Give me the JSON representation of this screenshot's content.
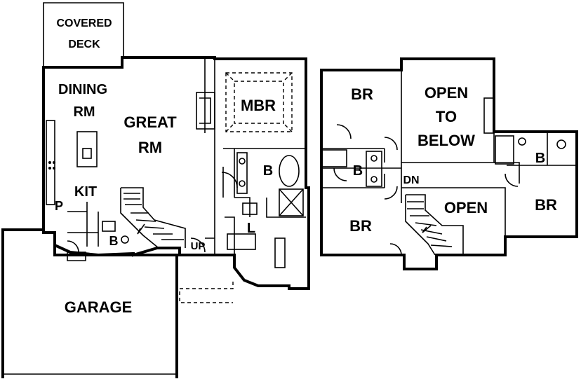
{
  "main_floor": {
    "covered_deck": [
      "COVERED",
      "DECK"
    ],
    "dining": [
      "DINING",
      "RM"
    ],
    "great": [
      "GREAT",
      "RM"
    ],
    "mbr": "MBR",
    "master_bath": "B",
    "kitchen": "KIT",
    "pantry": "P",
    "half_bath": "B",
    "laundry": "L",
    "stair_up": "UP",
    "garage": "GARAGE"
  },
  "upper_floor": {
    "bedroom_1": "BR",
    "open_to_below": [
      "OPEN",
      "TO",
      "BELOW"
    ],
    "bath_1": "B",
    "bath_2": "B",
    "stair_down": "DN",
    "bedroom_2": "BR",
    "open": "OPEN",
    "bedroom_3": "BR"
  }
}
